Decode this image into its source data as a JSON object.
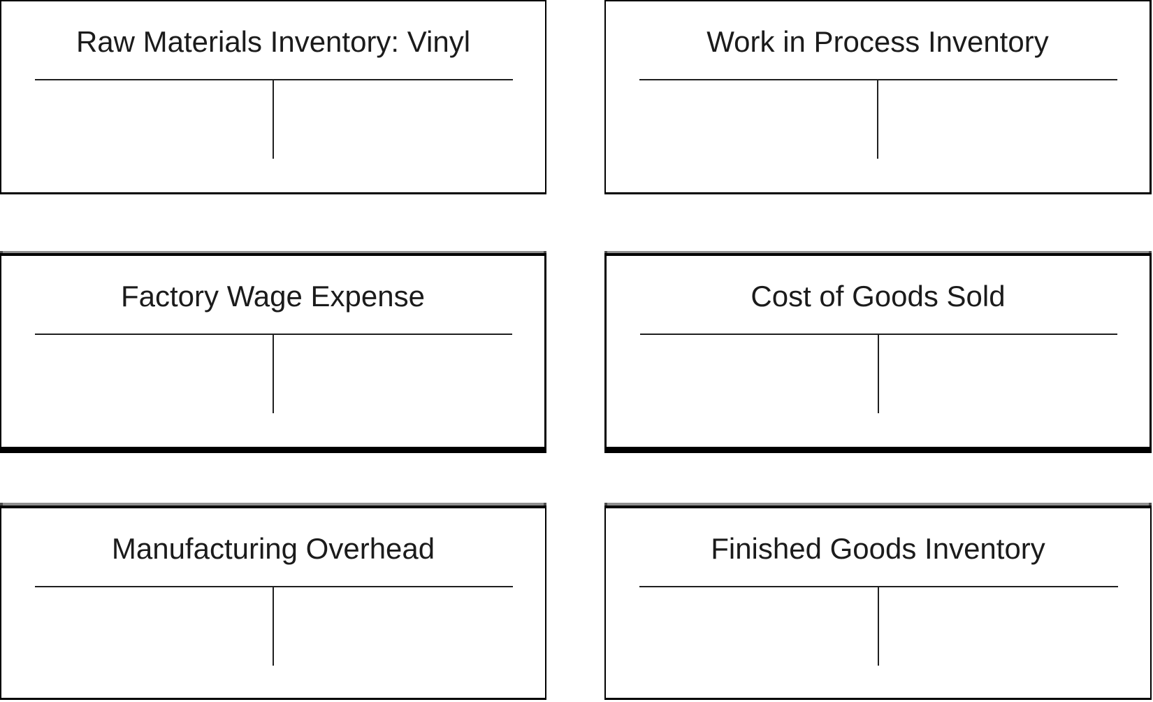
{
  "accounts": [
    {
      "title": "Raw Materials Inventory: Vinyl"
    },
    {
      "title": "Work in Process Inventory"
    },
    {
      "title": "Factory Wage Expense"
    },
    {
      "title": "Cost of Goods Sold"
    },
    {
      "title": "Manufacturing Overhead"
    },
    {
      "title": "Finished Goods Inventory"
    }
  ],
  "colors": {
    "background": "#ffffff",
    "box_border": "#000000",
    "t_line": "#1f1f1f",
    "title_text": "#1b1b1b",
    "shadow_gray": "#8f8f8f",
    "shadow_gray_dark": "#4d4d4d"
  }
}
